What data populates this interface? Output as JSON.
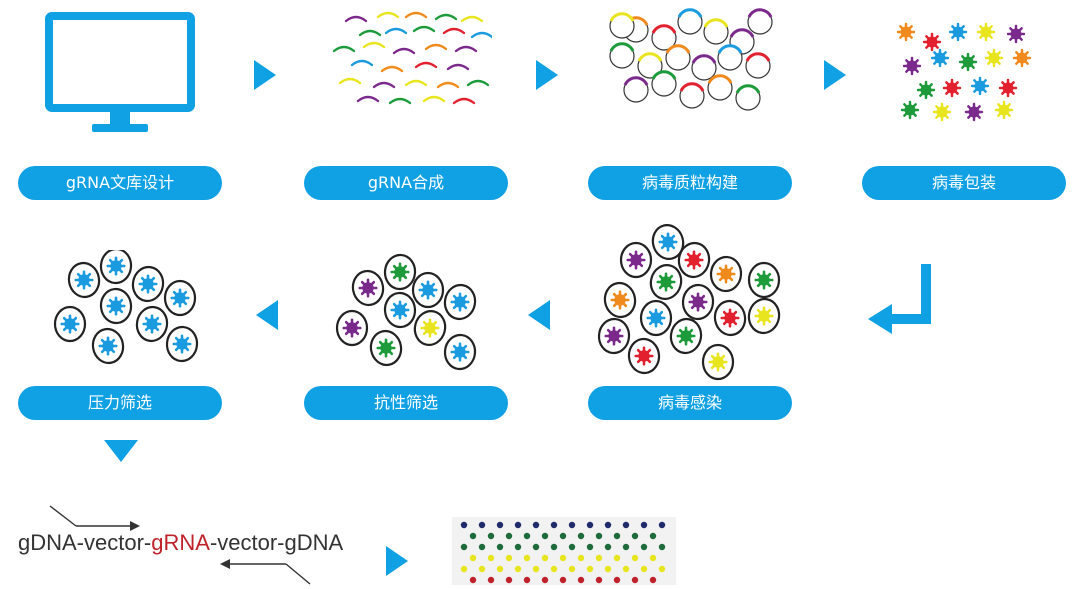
{
  "colors": {
    "accent": "#10a0e4",
    "virus_palette": [
      "#f08a1c",
      "#e2202e",
      "#1a9be0",
      "#e8e51e",
      "#7b2a8c",
      "#1d9a3a"
    ],
    "highlight_text": "#c0222b"
  },
  "steps": [
    {
      "label": "gRNA文库设计",
      "icon": "monitor-icon"
    },
    {
      "label": "gRNA合成",
      "icon": "grna-fragments-icon"
    },
    {
      "label": "病毒质粒构建",
      "icon": "plasmid-circles-icon"
    },
    {
      "label": "病毒包装",
      "icon": "virus-particles-icon"
    },
    {
      "label": "病毒感染",
      "icon": "infected-cells-icon"
    },
    {
      "label": "抗性筛选",
      "icon": "resistance-selection-icon"
    },
    {
      "label": "压力筛选",
      "icon": "pressure-selection-icon"
    }
  ],
  "sequence": {
    "part1": "gDNA-vector-",
    "part2": "gRNA",
    "part3": "-vector-gDNA"
  },
  "result": {
    "icon": "sequencing-dot-array-icon"
  }
}
